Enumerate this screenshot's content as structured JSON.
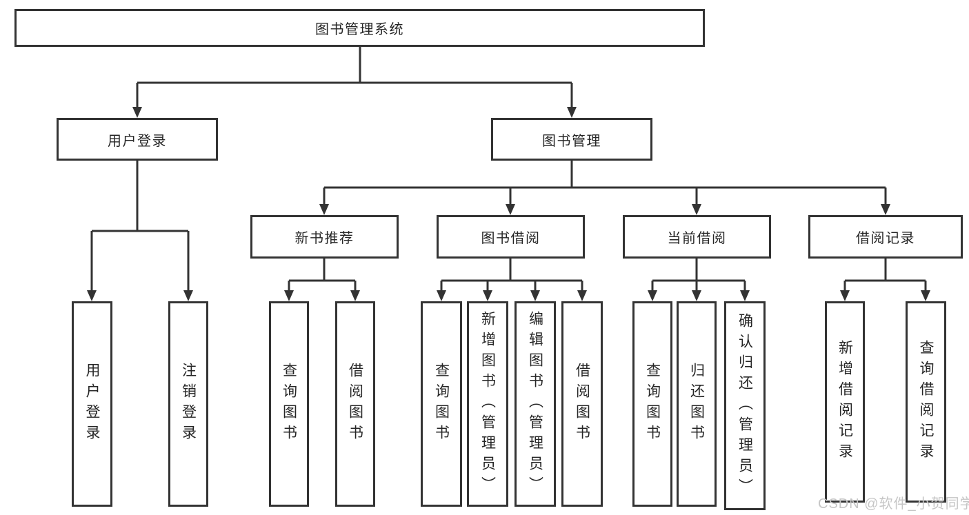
{
  "diagram": {
    "root": {
      "label": "图书管理系统"
    },
    "branches": [
      {
        "label": "用户登录",
        "children": [
          {
            "label": "用户登录"
          },
          {
            "label": "注销登录"
          }
        ]
      },
      {
        "label": "图书管理",
        "children": [
          {
            "label": "新书推荐",
            "children": [
              {
                "label": "查询图书"
              },
              {
                "label": "借阅图书"
              }
            ]
          },
          {
            "label": "图书借阅",
            "children": [
              {
                "label": "查询图书"
              },
              {
                "label": "新增图书（管理员）"
              },
              {
                "label": "编辑图书（管理员）"
              },
              {
                "label": "借阅图书"
              }
            ]
          },
          {
            "label": "当前借阅",
            "children": [
              {
                "label": "查询图书"
              },
              {
                "label": "归还图书"
              },
              {
                "label": "确认归还（管理员）"
              }
            ]
          },
          {
            "label": "借阅记录",
            "children": [
              {
                "label": "新增借阅记录"
              },
              {
                "label": "查询借阅记录"
              }
            ]
          }
        ]
      }
    ]
  },
  "watermark": {
    "text": "CSDN @软件_小贺同学"
  },
  "colors": {
    "line": "#333333",
    "box_border": "#333333",
    "box_fill": "#ffffff",
    "text": "#262626",
    "watermark": "#c6c6c6",
    "background": "#ffffff"
  }
}
